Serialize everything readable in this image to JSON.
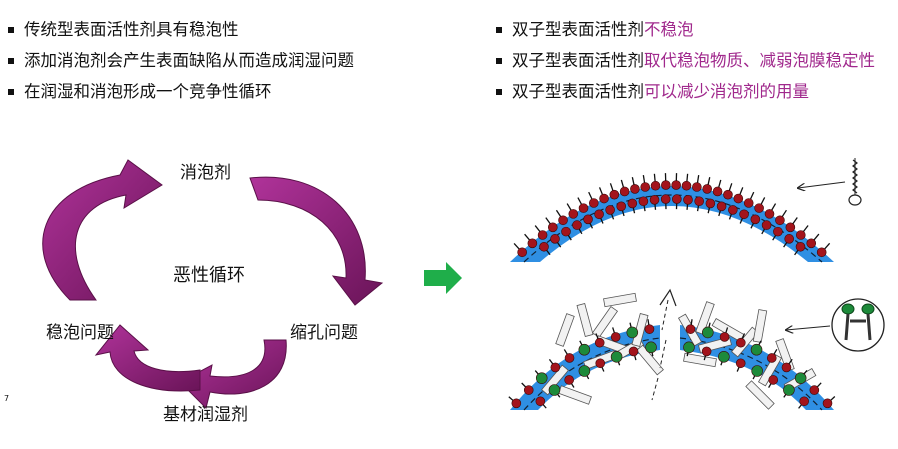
{
  "left_bullets": [
    "传统型表面活性剂具有稳泡性",
    "添加消泡剂会产生表面缺陷从而造成润湿问题",
    "在润湿和消泡形成一个竞争性循环"
  ],
  "right_bullets": [
    {
      "prefix": "双子型表面活性剂",
      "highlight": "不稳泡"
    },
    {
      "prefix": "双子型表面活性剂",
      "highlight": "取代稳泡物质、减弱泡膜稳定性"
    },
    {
      "prefix": "双子型表面活性剂",
      "highlight": "可以减少消泡剂的用量"
    }
  ],
  "cycle": {
    "top": "消泡剂",
    "center": "恶性循环",
    "left": "稳泡问题",
    "right": "缩孔问题",
    "bottom": "基材润湿剂"
  },
  "page_number": "7",
  "colors": {
    "highlight": "#a0288c",
    "cycle_arrow": "#8a1a72",
    "transition_arrow": "#1fae4a",
    "film": "#2f8fe3",
    "head_red": "#a3141c",
    "head_green": "#1d8a3a"
  },
  "icons": {
    "transition_arrow": "right-arrow-icon",
    "surfactant": "surfactant-molecule-icon",
    "gemini": "gemini-surfactant-icon"
  }
}
